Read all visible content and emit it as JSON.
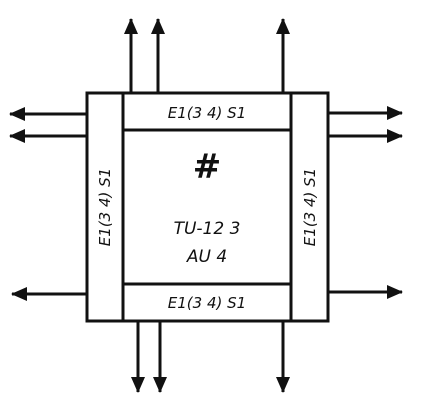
{
  "labels": {
    "top": "E1(3 4)  S1",
    "bottom": "E1(3 4)  S1",
    "left": "E1(3 4)  S1",
    "right": "E1(3 4)  S1"
  },
  "center": {
    "symbol": "#",
    "line1": "TU-12  3",
    "line2": "AU  4"
  },
  "colors": {
    "ink": "#111111",
    "background": "#ffffff"
  }
}
